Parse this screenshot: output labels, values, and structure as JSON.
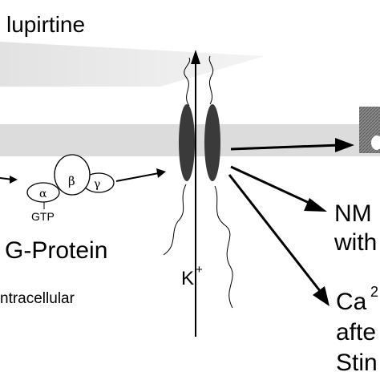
{
  "labels": {
    "drug": "lupirtine",
    "g_protein": "G-Protein",
    "gtp": "GTP",
    "alpha": "α",
    "beta": "β",
    "gamma": "γ",
    "k_ion": "K",
    "k_charge": "+",
    "compartment": "ntracellular",
    "effect_1_line1": "NM",
    "effect_1_line2": "with",
    "effect_2_line1": "Ca",
    "effect_2_sup": "2",
    "effect_2_line2": "afte",
    "effect_2_line3": "Stin"
  },
  "colors": {
    "membrane": "#dcdcdc",
    "drug_wedge": "#d6d6d6",
    "channel_subunit": "#3a3a3a",
    "target_box": "#7a7a7a"
  }
}
